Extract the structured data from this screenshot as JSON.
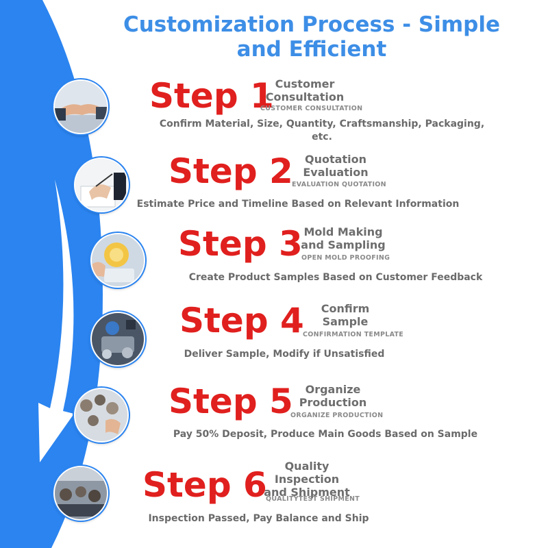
{
  "header": {
    "title": "Customization Process - Simple and Efficient"
  },
  "colors": {
    "accent_blue": "#2b84f0",
    "title_blue": "#3d8ee6",
    "step_red": "#e0201e",
    "text_gray": "#6a6a6a"
  },
  "steps": [
    {
      "number": "Step 1",
      "title": "Customer Consultation",
      "subtitle": "CUSTOMER CONSULTATION",
      "description": "Confirm Material, Size, Quantity, Craftsmanship, Packaging, etc.",
      "icon": "handshake-icon"
    },
    {
      "number": "Step 2",
      "title": "Quotation Evaluation",
      "subtitle": "EVALUATION QUOTATION",
      "description": "Estimate Price and Timeline Based on Relevant Information",
      "icon": "writing-hand-icon"
    },
    {
      "number": "Step 3",
      "title": "Mold Making and Sampling",
      "subtitle": "OPEN MOLD PROOFING",
      "description": "Create Product Samples Based on Customer Feedback",
      "icon": "sample-product-icon"
    },
    {
      "number": "Step 4",
      "title": "Confirm Sample",
      "subtitle": "CONFIRMATION TEMPLATE",
      "description": "Deliver Sample, Modify if Unsatisfied",
      "icon": "sample-parts-icon"
    },
    {
      "number": "Step 5",
      "title": "Organize Production",
      "subtitle": "ORGANIZE PRODUCTION",
      "description": "Pay 50% Deposit, Produce Main Goods Based on Sample",
      "icon": "production-icon"
    },
    {
      "number": "Step 6",
      "title": "Quality Inspection and Shipment",
      "subtitle": "QUALITYTEST SHIPMENT",
      "description": "Inspection Passed, Pay Balance and Ship",
      "icon": "factory-inspection-icon"
    }
  ]
}
